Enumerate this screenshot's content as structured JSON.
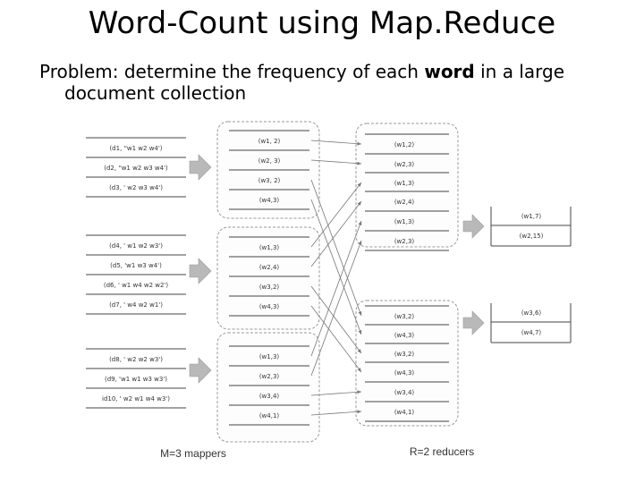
{
  "title": "Word-Count using Map.Reduce",
  "problem": {
    "prefix": "Problem: determine the frequency of each ",
    "bold_word": "word",
    "suffix": " in a large document collection"
  },
  "inputs": [
    [
      "(d1, “w1 w2 w4')",
      "(d2, “w1 w2 w3 w4')",
      "(d3, ' w2 w3 w4')"
    ],
    [
      "(d4, ' w1 w2 w3')",
      "(d5, 'w1 w3 w4')",
      "(d6, ' w1 w4 w2 w2')",
      "(d7, ' w4 w2 w1')"
    ],
    [
      "(d8, ' w2 w2 w3')",
      "(d9, 'w1 w1 w3 w3')",
      "id10, ' w2 w1 w4 w3')"
    ]
  ],
  "mappers": [
    [
      "(w1, 2)",
      "(w2, 3)",
      "(w3, 2)",
      "(w4,3)"
    ],
    [
      "(w1,3)",
      "(w2,4)",
      "(w3,2)",
      "(w4,3)"
    ],
    [
      "(w1,3)",
      "(w2,3)",
      "(w3,4)",
      "(w4,1)"
    ]
  ],
  "reducers": [
    [
      "(w1,2)",
      "(w2,3)",
      "(w1,3)",
      "(w2,4)",
      "(w1,3)",
      "(w2,3)"
    ],
    [
      "(w3,2)",
      "(w4,3)",
      "(w3,2)",
      "(w4,3)",
      "(w3,4)",
      "(w4,1)"
    ]
  ],
  "outputs": [
    [
      "(w1,7)",
      "(w2,15)"
    ],
    [
      "(w3,6)",
      "(w4,7)"
    ]
  ],
  "footer": {
    "mappers_label": "M=3 mappers",
    "reducers_label": "R=2 reducers"
  }
}
